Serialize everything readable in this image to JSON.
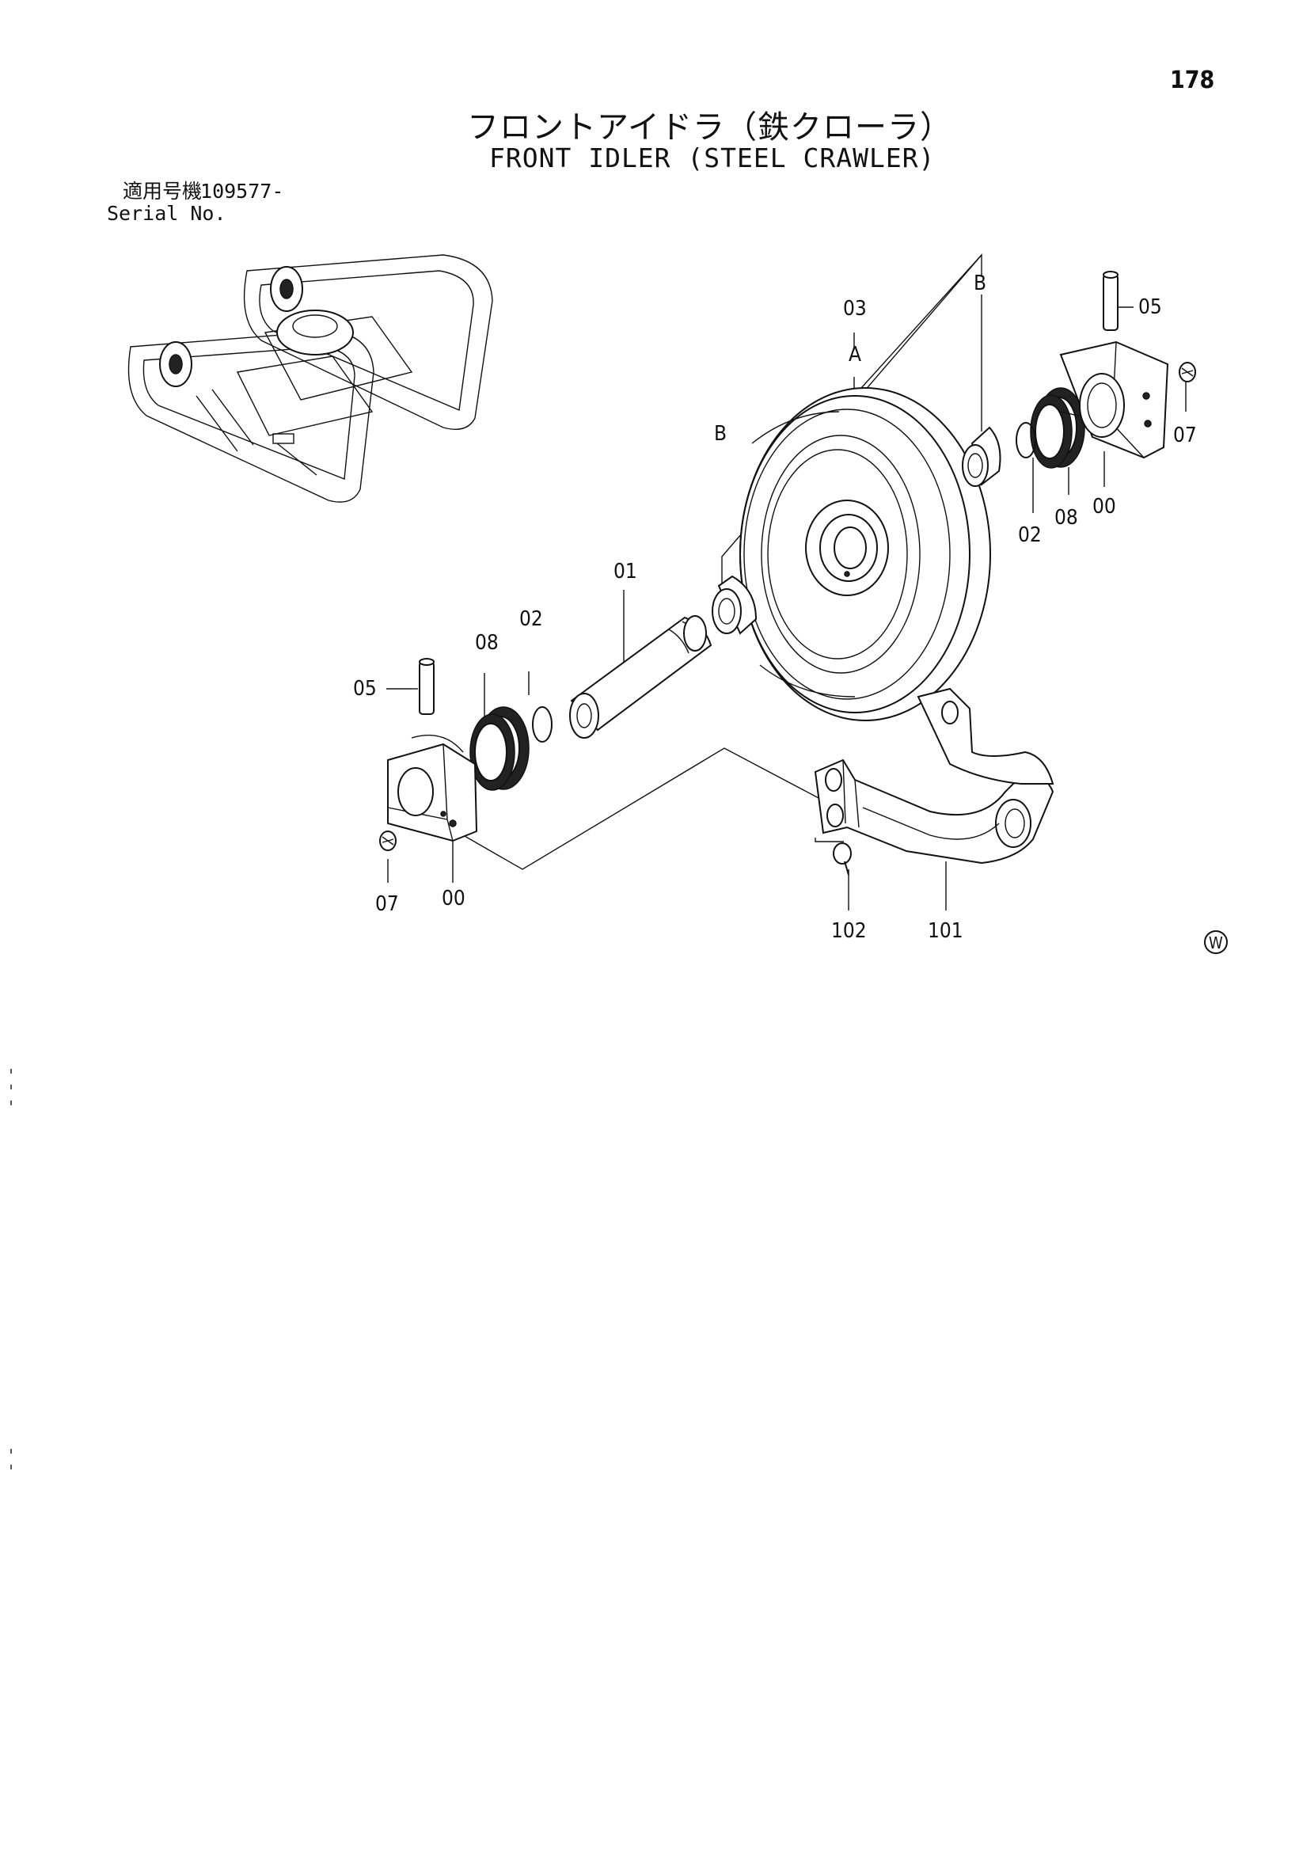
{
  "page_number": "178",
  "title_ja": "フロントアイドラ（鉄クローラ）",
  "title_en": "FRONT IDLER (STEEL CRAWLER)",
  "serial": {
    "label_ja": "適用号機",
    "label_en": "Serial No.",
    "value": "109577-"
  },
  "callouts": {
    "p01": "01",
    "p02_left": "02",
    "p02_right": "02",
    "p03": "03",
    "p05_left": "05",
    "p05_right": "05",
    "p07_left": "07",
    "p07_right": "07",
    "p08_left": "08",
    "p08_right": "08",
    "p00_left": "00",
    "p00_right": "00",
    "p101": "101",
    "p102": "102",
    "ref_a": "A",
    "ref_b_left": "B",
    "ref_b_right": "B"
  },
  "corner_mark": "W"
}
